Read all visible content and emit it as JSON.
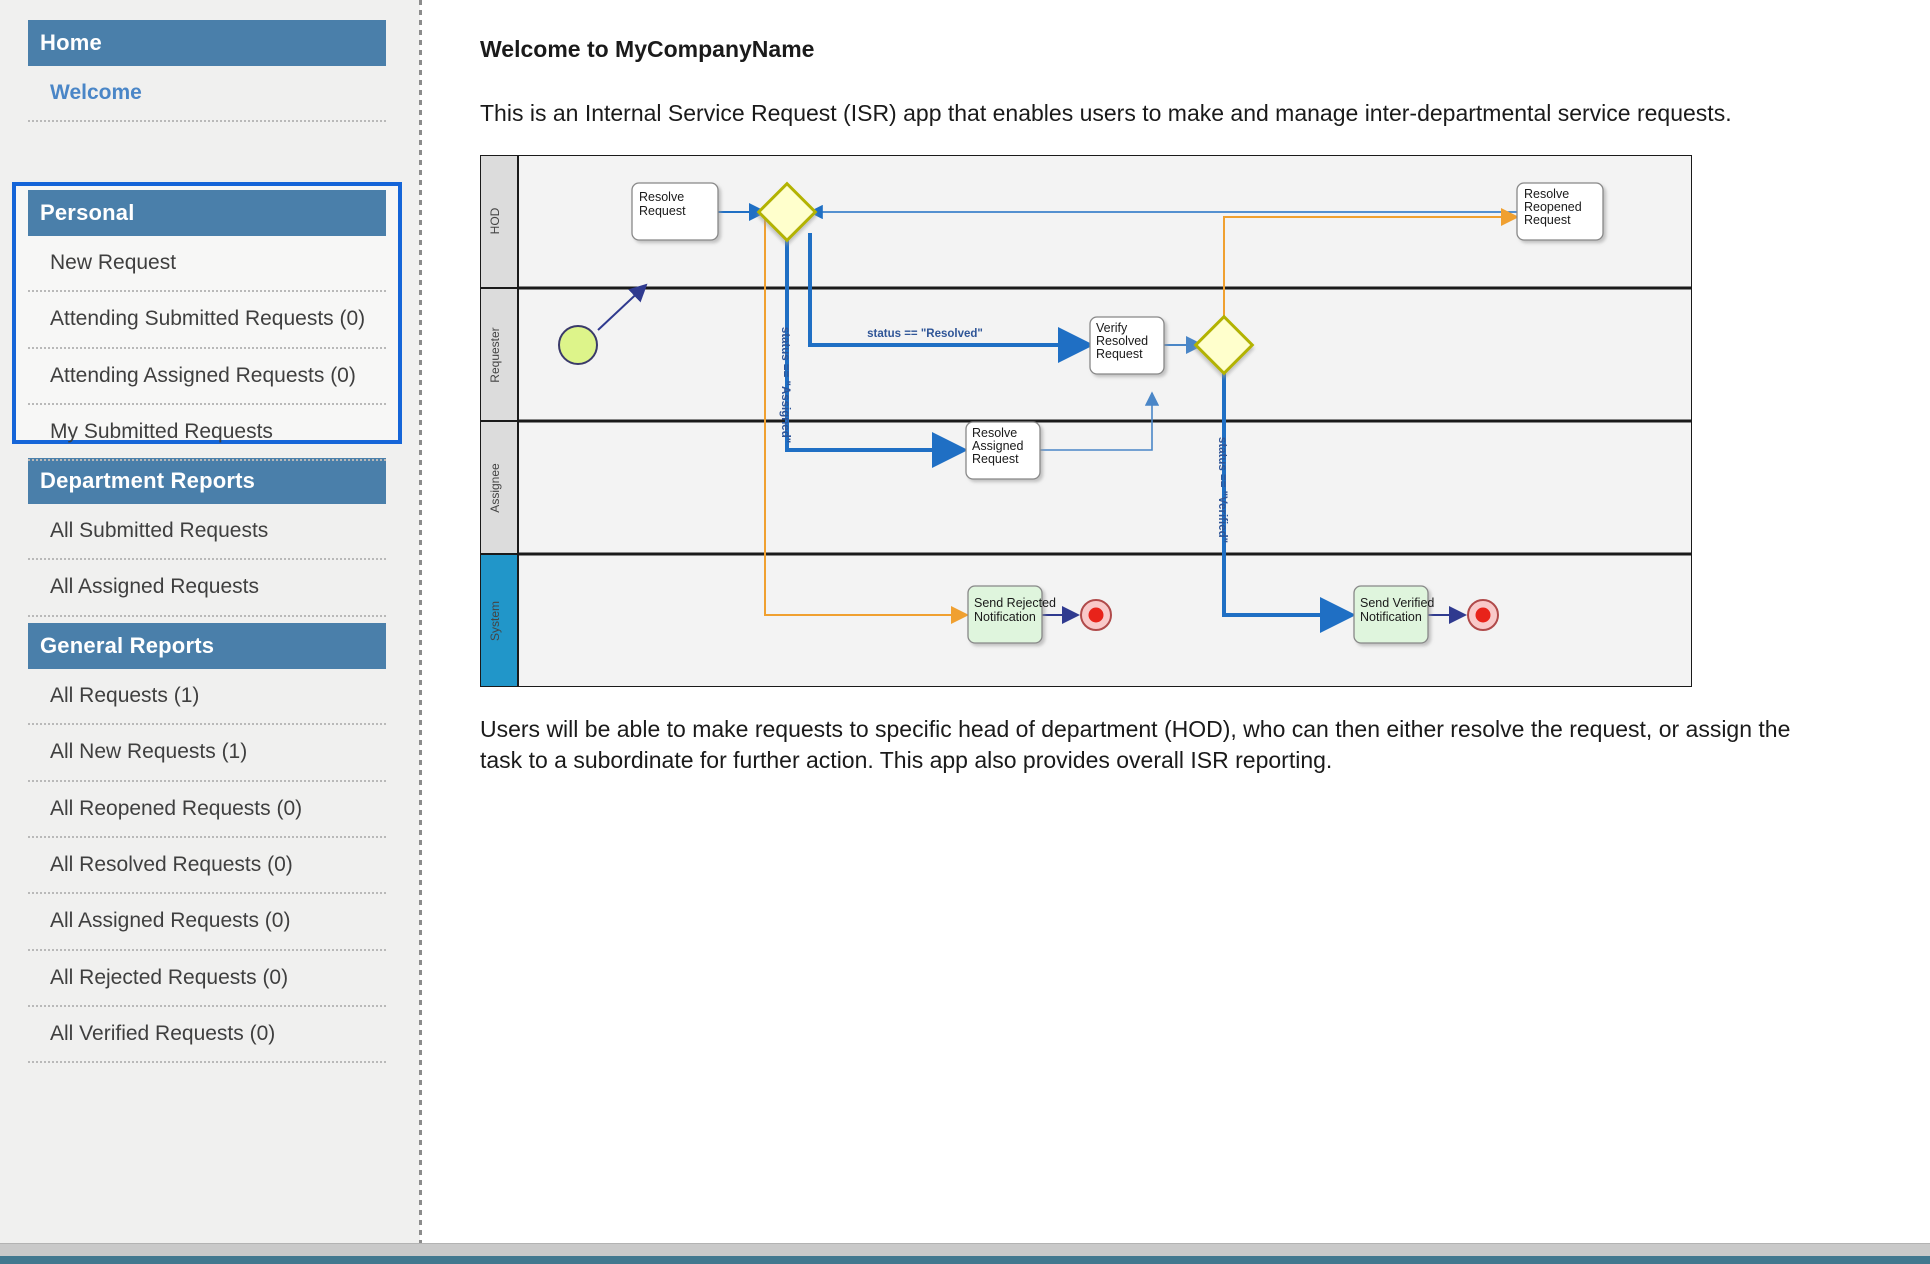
{
  "sidebar": {
    "groups": [
      {
        "name": "home",
        "title": "Home",
        "items": [
          {
            "label": "Welcome",
            "active": true
          }
        ]
      },
      {
        "name": "personal",
        "title": "Personal",
        "focused": true,
        "items": [
          {
            "label": "New Request",
            "active": false
          },
          {
            "label": "Attending Submitted Requests (0)",
            "active": false
          },
          {
            "label": "Attending Assigned Requests (0)",
            "active": false
          },
          {
            "label": "My Submitted Requests",
            "active": false
          }
        ]
      },
      {
        "name": "department-reports",
        "title": "Department Reports",
        "items": [
          {
            "label": "All Submitted Requests",
            "active": false
          },
          {
            "label": "All Assigned Requests",
            "active": false
          }
        ]
      },
      {
        "name": "general-reports",
        "title": "General Reports",
        "items": [
          {
            "label": "All Requests (1)",
            "active": false
          },
          {
            "label": "All New Requests (1)",
            "active": false
          },
          {
            "label": "All Reopened Requests (0)",
            "active": false
          },
          {
            "label": "All Resolved Requests (0)",
            "active": false
          },
          {
            "label": "All Assigned Requests (0)",
            "active": false
          },
          {
            "label": "All Rejected Requests (0)",
            "active": false
          },
          {
            "label": "All Verified Requests (0)",
            "active": false
          }
        ]
      }
    ]
  },
  "main": {
    "title": "Welcome to MyCompanyName",
    "intro": "This is an Internal Service Request (ISR) app that enables users to make and manage inter-departmental service requests.",
    "outro": "Users will be able to make requests to specific head of department (HOD), who can then either resolve the request, or assign the task to a subordinate for further action. This app also provides overall ISR reporting."
  },
  "diagram": {
    "type": "bpmn-swimlane",
    "lanes": [
      {
        "name": "hod",
        "label": "HOD",
        "header_color": "#dcdcdc"
      },
      {
        "name": "requester",
        "label": "Requester",
        "header_color": "#dcdcdc"
      },
      {
        "name": "assignee",
        "label": "Assignee",
        "header_color": "#dcdcdc"
      },
      {
        "name": "system",
        "label": "System",
        "header_color": "#2196c9"
      }
    ],
    "tasks": [
      {
        "name": "resolve-request",
        "label": "Resolve\nRequest",
        "lane": "hod",
        "fill": "#ffffff"
      },
      {
        "name": "resolve-reopened-request",
        "label": "Resolve\nReopened\nRequest",
        "lane": "hod",
        "fill": "#ffffff"
      },
      {
        "name": "verify-resolved-request",
        "label": "Verify\nResolved\nRequest",
        "lane": "requester",
        "fill": "#ffffff"
      },
      {
        "name": "resolve-assigned-request",
        "label": "Resolve\nAssigned\nRequest",
        "lane": "assignee",
        "fill": "#ffffff"
      },
      {
        "name": "send-rejected-notification",
        "label": "Send Rejected\nNotification",
        "lane": "system",
        "fill": "#dff5dd"
      },
      {
        "name": "send-verified-notification",
        "label": "Send Verified\nNotification",
        "lane": "system",
        "fill": "#dff5dd"
      }
    ],
    "task_text": {
      "resolve_request_1": "Resolve",
      "resolve_request_2": "Request",
      "resolve_reopened_1": "Resolve",
      "resolve_reopened_2": "Reopened",
      "resolve_reopened_3": "Request",
      "verify_resolved_1": "Verify",
      "verify_resolved_2": "Resolved",
      "verify_resolved_3": "Request",
      "resolve_assigned_1": "Resolve",
      "resolve_assigned_2": "Assigned",
      "resolve_assigned_3": "Request",
      "send_rejected_1": "Send Rejected",
      "send_rejected_2": "Notification",
      "send_verified_1": "Send Verified",
      "send_verified_2": "Notification"
    },
    "gateways": [
      {
        "name": "hod-gateway",
        "lane": "hod",
        "fill": "#ffffcc",
        "stroke": "#b3b300"
      },
      {
        "name": "requester-gateway",
        "lane": "requester",
        "fill": "#ffffcc",
        "stroke": "#b3b300"
      }
    ],
    "events": [
      {
        "name": "start-event",
        "type": "start",
        "lane": "requester",
        "fill": "#ddf48a"
      },
      {
        "name": "end-event-rejected",
        "type": "end",
        "lane": "system",
        "fill": "#e8231a"
      },
      {
        "name": "end-event-verified",
        "type": "end",
        "lane": "system",
        "fill": "#e8231a"
      }
    ],
    "flow_labels": [
      {
        "name": "flow-label-assigned",
        "text": "status == \"Assigned\"",
        "orientation": "vertical"
      },
      {
        "name": "flow-label-resolved",
        "text": "status == \"Resolved\"",
        "orientation": "horizontal"
      },
      {
        "name": "flow-label-verified",
        "text": "status == \"Verified\"",
        "orientation": "vertical"
      }
    ],
    "colors": {
      "flow_blue": "#1f6fc4",
      "flow_orange": "#f0a030",
      "flow_navy": "#2f3a8f",
      "lane_bg": "#f3f3f3",
      "lane_border": "#000000"
    }
  }
}
